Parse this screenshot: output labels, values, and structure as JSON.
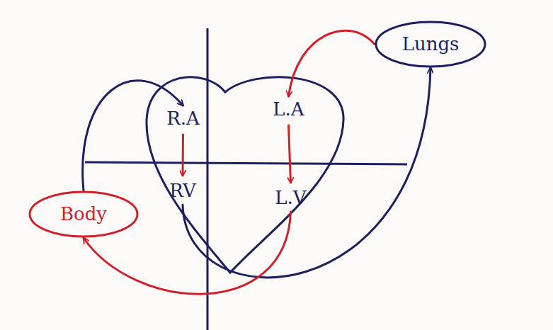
{
  "diagram": {
    "nodes": [
      {
        "text": [
          "Lungs"
        ]
      },
      {
        "text": [
          "R.A"
        ]
      },
      {
        "text": [
          "L.A"
        ]
      },
      {
        "text": [
          "RV"
        ]
      },
      {
        "text": [
          "L.V"
        ]
      },
      {
        "text": [
          "Body"
        ]
      }
    ],
    "edges": [
      {
        "from": 1,
        "to": 3,
        "arrow": "to"
      },
      {
        "from": 2,
        "to": 4,
        "arrow": "to"
      },
      {
        "from": 5,
        "to": 1,
        "arrow": "to"
      },
      {
        "from": 3,
        "to": 0,
        "arrow": "to"
      },
      {
        "from": 4,
        "to": 5,
        "arrow": "to"
      },
      {
        "from": 0,
        "to": 2,
        "arrow": "to"
      }
    ]
  }
}
